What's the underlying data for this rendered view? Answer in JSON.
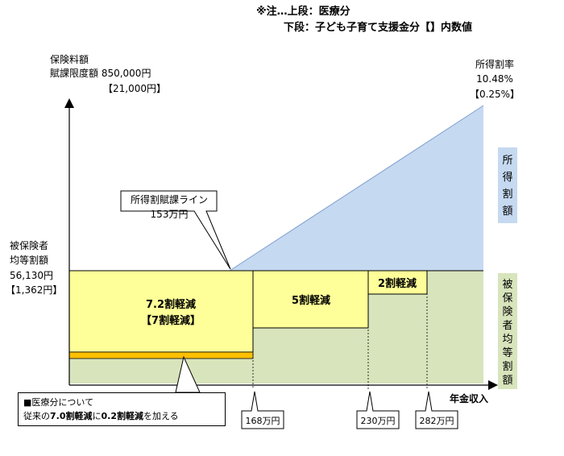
{
  "note": {
    "line1": "※注…上段：医療分",
    "line2": "下段：子ども子育て支援金分【】内数値"
  },
  "y_axis": {
    "title": "保険料額",
    "cap_label": "賦課限度額 850,000円",
    "cap_sub": "【21,000円】",
    "flat_title_1": "被保険者",
    "flat_title_2": "均等割額",
    "flat_value": "56,130円",
    "flat_sub": "【1,362円】"
  },
  "rate": {
    "title": "所得割率",
    "value": "10.48%",
    "sub": "【0.25%】"
  },
  "x_axis": {
    "label": "年金収入",
    "ticks": [
      "168万円",
      "230万円",
      "282万円"
    ]
  },
  "callout": {
    "line1": "所得割賦課ライン",
    "line2": "153万円"
  },
  "reductions": {
    "r72": "7.2割軽減",
    "r72_sub": "【7割軽減】",
    "r5": "5割軽減",
    "r2": "2割軽減"
  },
  "side_labels": {
    "income": [
      "所",
      "得",
      "割",
      "額"
    ],
    "flat": [
      "被",
      "保",
      "険",
      "者",
      "均",
      "等",
      "割",
      "額"
    ]
  },
  "legend": {
    "line1": "■医療分について",
    "line2_a": "従来の",
    "line2_b": "7.0割軽減",
    "line2_c": "に",
    "line2_d": "0.2割軽減",
    "line2_e": "を加える"
  },
  "colors": {
    "flat_fill": "#d8e4bc",
    "reduction_fill": "#ffff99",
    "income_fill": "#c5d9f1",
    "extra_reduction_bar": "#ffc000"
  }
}
